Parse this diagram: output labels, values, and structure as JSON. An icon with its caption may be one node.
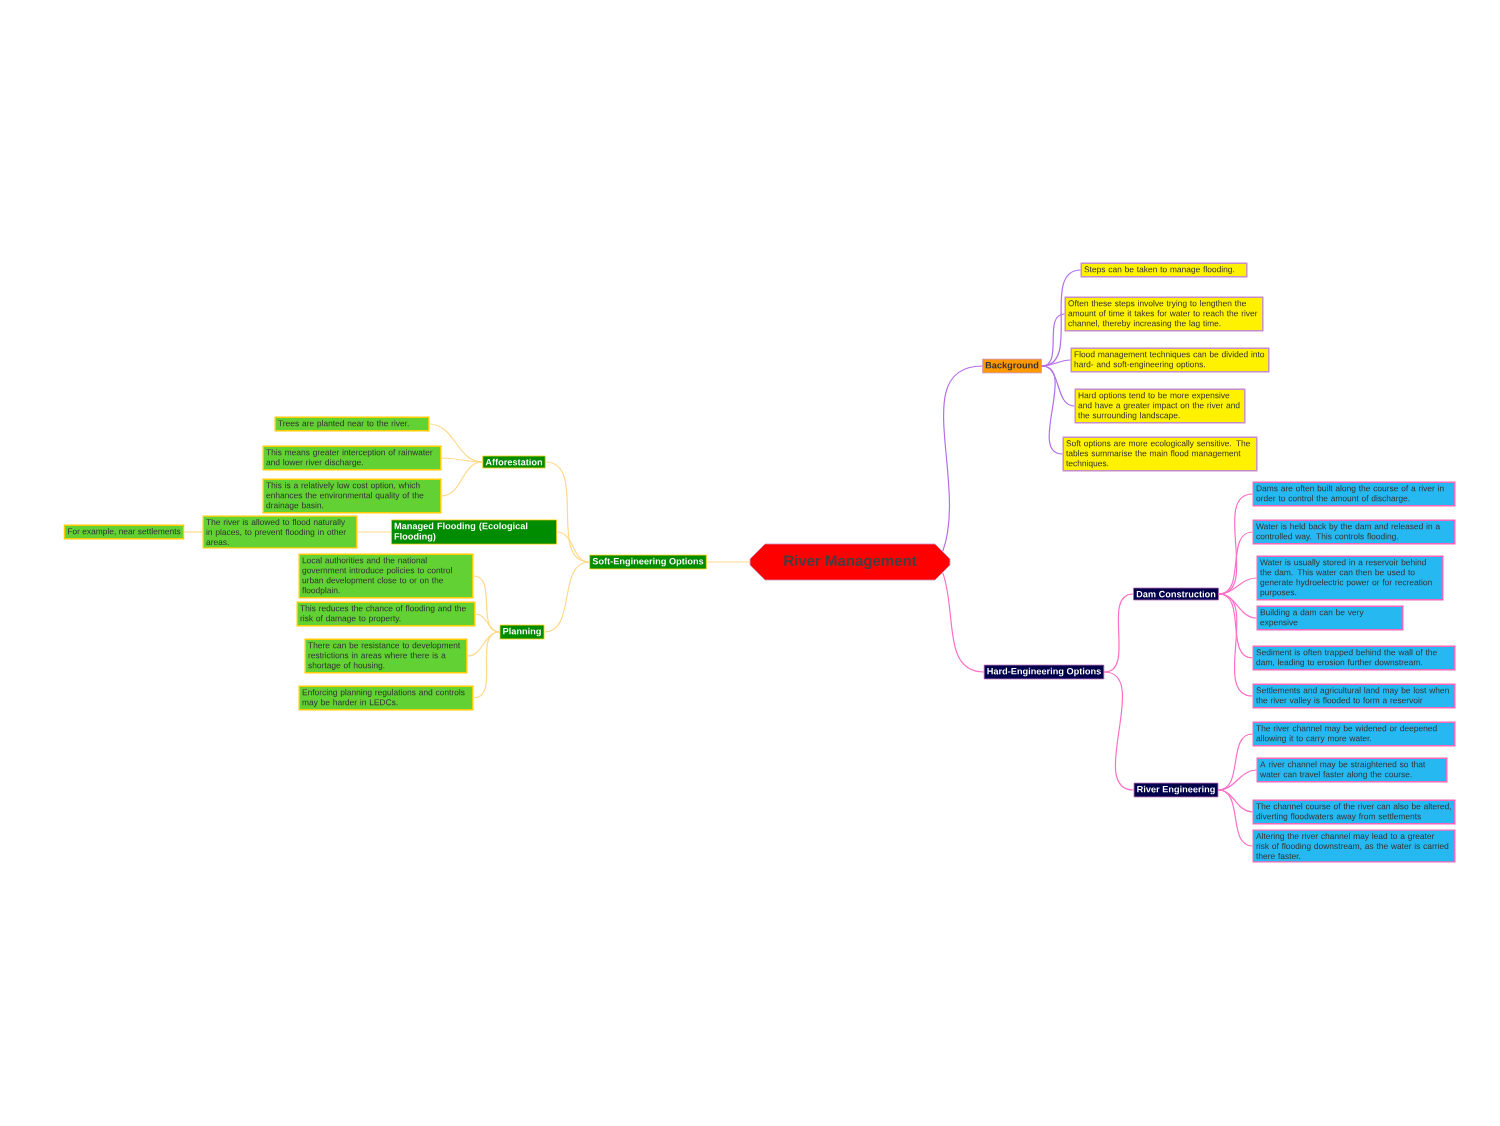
{
  "diagram": {
    "nodes": [
      {
        "text": [
          "River Management"
        ]
      },
      {
        "text": [
          "Background"
        ]
      },
      {
        "text": [
          "Steps can be taken to manage flooding."
        ]
      },
      {
        "text": [
          "Often these steps involve trying to lengthen the amount of time it takes for water to reach the river channel, thereby increasing the lag time."
        ]
      },
      {
        "text": [
          "Flood management techniques can be divided into hard- and soft-engineering options."
        ]
      },
      {
        "text": [
          "Hard options tend to be more expensive and have a greater impact on the river and the surrounding landscape."
        ]
      },
      {
        "text": [
          "Soft options are more ecologically sensitive. The tables summarise the main flood management techniques."
        ]
      },
      {
        "text": [
          "Hard-Engineering Options"
        ]
      },
      {
        "text": [
          "Dam Construction"
        ]
      },
      {
        "text": [
          "Dams are often built along the course of a river in order to control the amount of discharge."
        ]
      },
      {
        "text": [
          "Water is held back by the dam and released in a controlled way. This controls flooding."
        ]
      },
      {
        "text": [
          "Water is usually stored in a reservoir behind the dam. This water can then be used to generate hydroelectric power or for recreation purposes."
        ]
      },
      {
        "text": [
          "Building a dam can be very expensive"
        ]
      },
      {
        "text": [
          "Sediment is often trapped behind the wall of the dam, leading to erosion further downstream."
        ]
      },
      {
        "text": [
          "Settlements and agricultural land may be lost when the river valley is flooded to form a reservoir"
        ]
      },
      {
        "text": [
          "River Engineering"
        ]
      },
      {
        "text": [
          "The river channel may be widened or deepened allowing it to carry more water."
        ]
      },
      {
        "text": [
          "A river channel may be straightened so that water can travel faster along the course."
        ]
      },
      {
        "text": [
          "The channel course of the river can also be altered, diverting floodwaters away from settlements"
        ]
      },
      {
        "text": [
          "Altering the river channel may lead to a greater risk of flooding downstream, as the water is carried there faster."
        ]
      },
      {
        "text": [
          "Soft-Engineering Options"
        ]
      },
      {
        "text": [
          "Afforestation"
        ]
      },
      {
        "text": [
          "Trees are planted near to the river."
        ]
      },
      {
        "text": [
          "This means greater interception of rainwater and lower river discharge."
        ]
      },
      {
        "text": [
          "This is a relatively low cost option, which enhances the environmental quality of the drainage basin."
        ]
      },
      {
        "text": [
          "Managed Flooding (Ecological Flooding)"
        ]
      },
      {
        "text": [
          "The river is allowed to flood naturally in places, to prevent flooding in other areas."
        ]
      },
      {
        "text": [
          "For example, near settlements"
        ]
      },
      {
        "text": [
          "Planning"
        ]
      },
      {
        "text": [
          "Local authorities and the national government introduce policies to control urban development close to or on the floodplain."
        ]
      },
      {
        "text": [
          "This reduces the chance of flooding and the risk of damage to property."
        ]
      },
      {
        "text": [
          "There can be resistance to development restrictions in areas where there is a shortage of housing."
        ]
      },
      {
        "text": [
          "Enforcing planning regulations and controls may be harder in LEDCs."
        ]
      }
    ],
    "edges": [
      {
        "from": 0,
        "to": 1,
        "arrow": "none",
        "color": "#b56ee8"
      },
      {
        "from": 1,
        "to": 2,
        "arrow": "none",
        "color": "#b56ee8"
      },
      {
        "from": 1,
        "to": 3,
        "arrow": "none",
        "color": "#b56ee8"
      },
      {
        "from": 1,
        "to": 4,
        "arrow": "none",
        "color": "#b56ee8"
      },
      {
        "from": 1,
        "to": 5,
        "arrow": "none",
        "color": "#b56ee8"
      },
      {
        "from": 1,
        "to": 6,
        "arrow": "none",
        "color": "#b56ee8"
      },
      {
        "from": 0,
        "to": 7,
        "arrow": "none",
        "color": "#ff6ec7"
      },
      {
        "from": 7,
        "to": 8,
        "arrow": "none",
        "color": "#ff6ec7"
      },
      {
        "from": 8,
        "to": 9,
        "arrow": "none",
        "color": "#ff6ec7"
      },
      {
        "from": 8,
        "to": 10,
        "arrow": "none",
        "color": "#ff6ec7"
      },
      {
        "from": 8,
        "to": 11,
        "arrow": "none",
        "color": "#ff6ec7"
      },
      {
        "from": 8,
        "to": 12,
        "arrow": "none",
        "color": "#ff6ec7"
      },
      {
        "from": 8,
        "to": 13,
        "arrow": "none",
        "color": "#ff6ec7"
      },
      {
        "from": 8,
        "to": 14,
        "arrow": "none",
        "color": "#ff6ec7"
      },
      {
        "from": 7,
        "to": 15,
        "arrow": "none",
        "color": "#ff6ec7"
      },
      {
        "from": 15,
        "to": 16,
        "arrow": "none",
        "color": "#ff6ec7"
      },
      {
        "from": 15,
        "to": 17,
        "arrow": "none",
        "color": "#ff6ec7"
      },
      {
        "from": 15,
        "to": 18,
        "arrow": "none",
        "color": "#ff6ec7"
      },
      {
        "from": 15,
        "to": 19,
        "arrow": "none",
        "color": "#ff6ec7"
      },
      {
        "from": 0,
        "to": 20,
        "arrow": "none",
        "color": "#ffd98a"
      },
      {
        "from": 20,
        "to": 21,
        "arrow": "none",
        "color": "#ffd98a"
      },
      {
        "from": 21,
        "to": 22,
        "arrow": "none",
        "color": "#ffd98a"
      },
      {
        "from": 21,
        "to": 23,
        "arrow": "none",
        "color": "#ffd98a"
      },
      {
        "from": 21,
        "to": 24,
        "arrow": "none",
        "color": "#ffd98a"
      },
      {
        "from": 20,
        "to": 25,
        "arrow": "none",
        "color": "#ffd98a"
      },
      {
        "from": 25,
        "to": 26,
        "arrow": "none",
        "color": "#ffd98a"
      },
      {
        "from": 26,
        "to": 27,
        "arrow": "none",
        "color": "#ffd98a"
      },
      {
        "from": 20,
        "to": 28,
        "arrow": "none",
        "color": "#ffd98a"
      },
      {
        "from": 28,
        "to": 29,
        "arrow": "none",
        "color": "#ffd98a"
      },
      {
        "from": 28,
        "to": 30,
        "arrow": "none",
        "color": "#ffd98a"
      },
      {
        "from": 28,
        "to": 31,
        "arrow": "none",
        "color": "#ffd98a"
      },
      {
        "from": 28,
        "to": 32,
        "arrow": "none",
        "color": "#ffd98a"
      }
    ]
  }
}
